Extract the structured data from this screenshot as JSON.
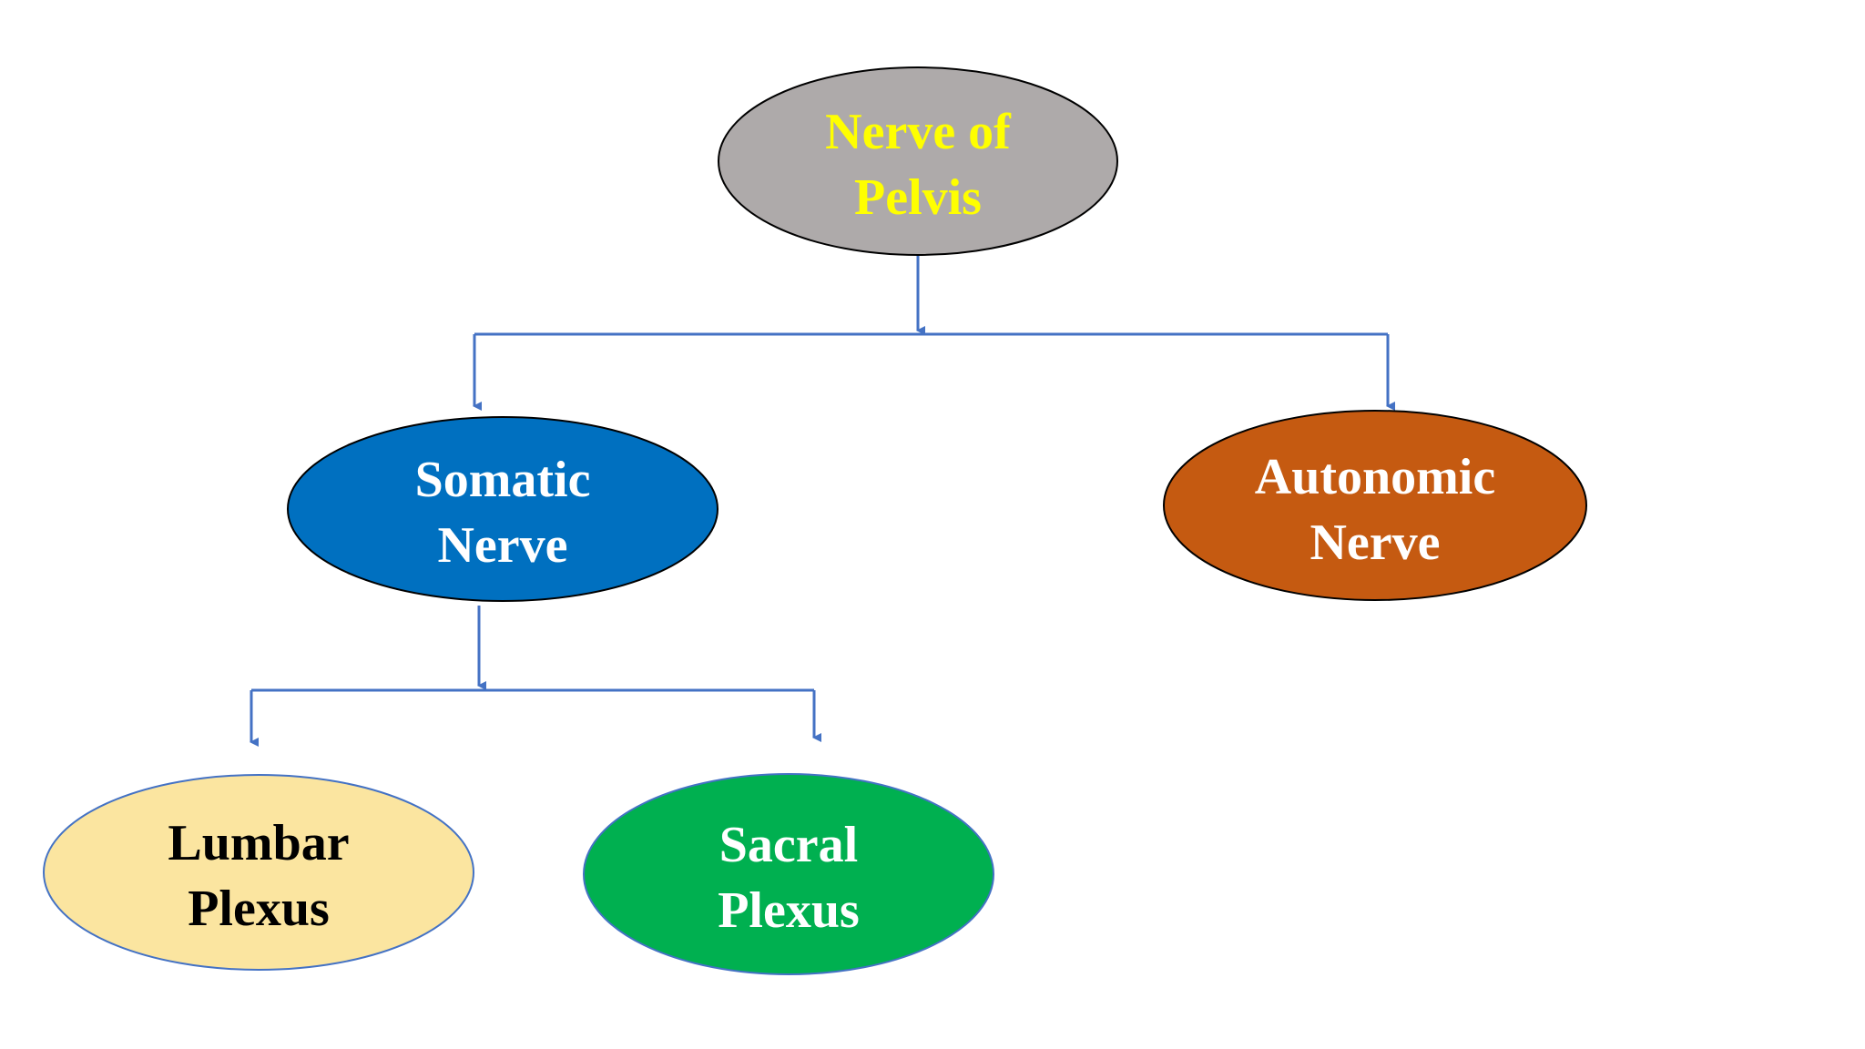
{
  "nodes": {
    "root": {
      "line1": "Nerve of",
      "line2": "Pelvis"
    },
    "somatic": {
      "line1": "Somatic",
      "line2": "Nerve"
    },
    "autonomic": {
      "line1": "Autonomic",
      "line2": "Nerve"
    },
    "lumbar": {
      "line1": "Lumbar",
      "line2": "Plexus"
    },
    "sacral": {
      "line1": "Sacral",
      "line2": "Plexus"
    }
  },
  "colors": {
    "connector": "#4472c4",
    "root_fill": "#aeaaaa",
    "root_text": "#ffff00",
    "somatic_fill": "#0070c0",
    "autonomic_fill": "#c55a11",
    "lumbar_fill": "#fbe5a0",
    "sacral_fill": "#00b050",
    "light_text": "#ffffff",
    "dark_text": "#000000"
  }
}
